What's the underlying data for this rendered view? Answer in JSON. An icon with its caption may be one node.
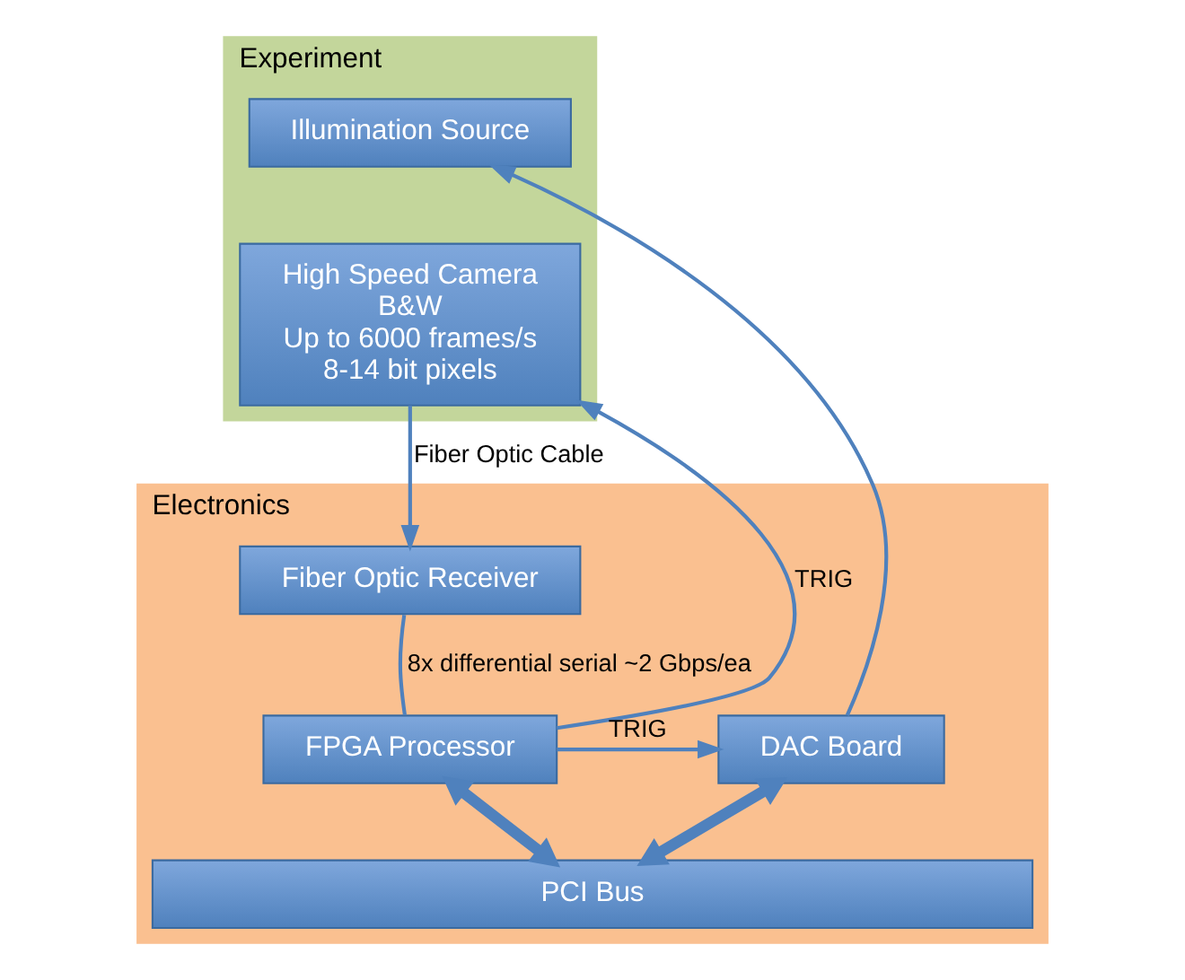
{
  "diagram": {
    "nodes": [
      {
        "text": [
          "Experiment"
        ]
      },
      {
        "text": [
          "Illumination Source"
        ],
        "in": 0
      },
      {
        "text": [
          "High Speed Camera",
          "B&W",
          "Up to 6000 frames/s",
          "8-14 bit pixels"
        ],
        "in": 0
      },
      {
        "text": [
          "Electronics"
        ]
      },
      {
        "text": [
          "Fiber Optic Receiver"
        ],
        "in": 3
      },
      {
        "text": [
          "FPGA Processor"
        ],
        "in": 3
      },
      {
        "text": [
          "DAC Board"
        ],
        "in": 3
      },
      {
        "text": [
          "PCI Bus"
        ],
        "in": 3
      }
    ],
    "edges": [
      {
        "from": 2,
        "to": 4,
        "arrow": "to",
        "label": "Fiber Optic Cable"
      },
      {
        "from": 4,
        "to": 5,
        "arrow": "none",
        "label": "8x differential serial ~2 Gbps/ea"
      },
      {
        "from": 5,
        "to": 2,
        "arrow": "to",
        "label": "TRIG"
      },
      {
        "from": 5,
        "to": 6,
        "arrow": "to",
        "label": "TRIG"
      },
      {
        "from": 6,
        "to": 1,
        "arrow": "to"
      },
      {
        "from": 5,
        "to": 7,
        "arrow": "both",
        "style": "thick"
      },
      {
        "from": 6,
        "to": 7,
        "arrow": "both",
        "style": "thick"
      }
    ]
  }
}
